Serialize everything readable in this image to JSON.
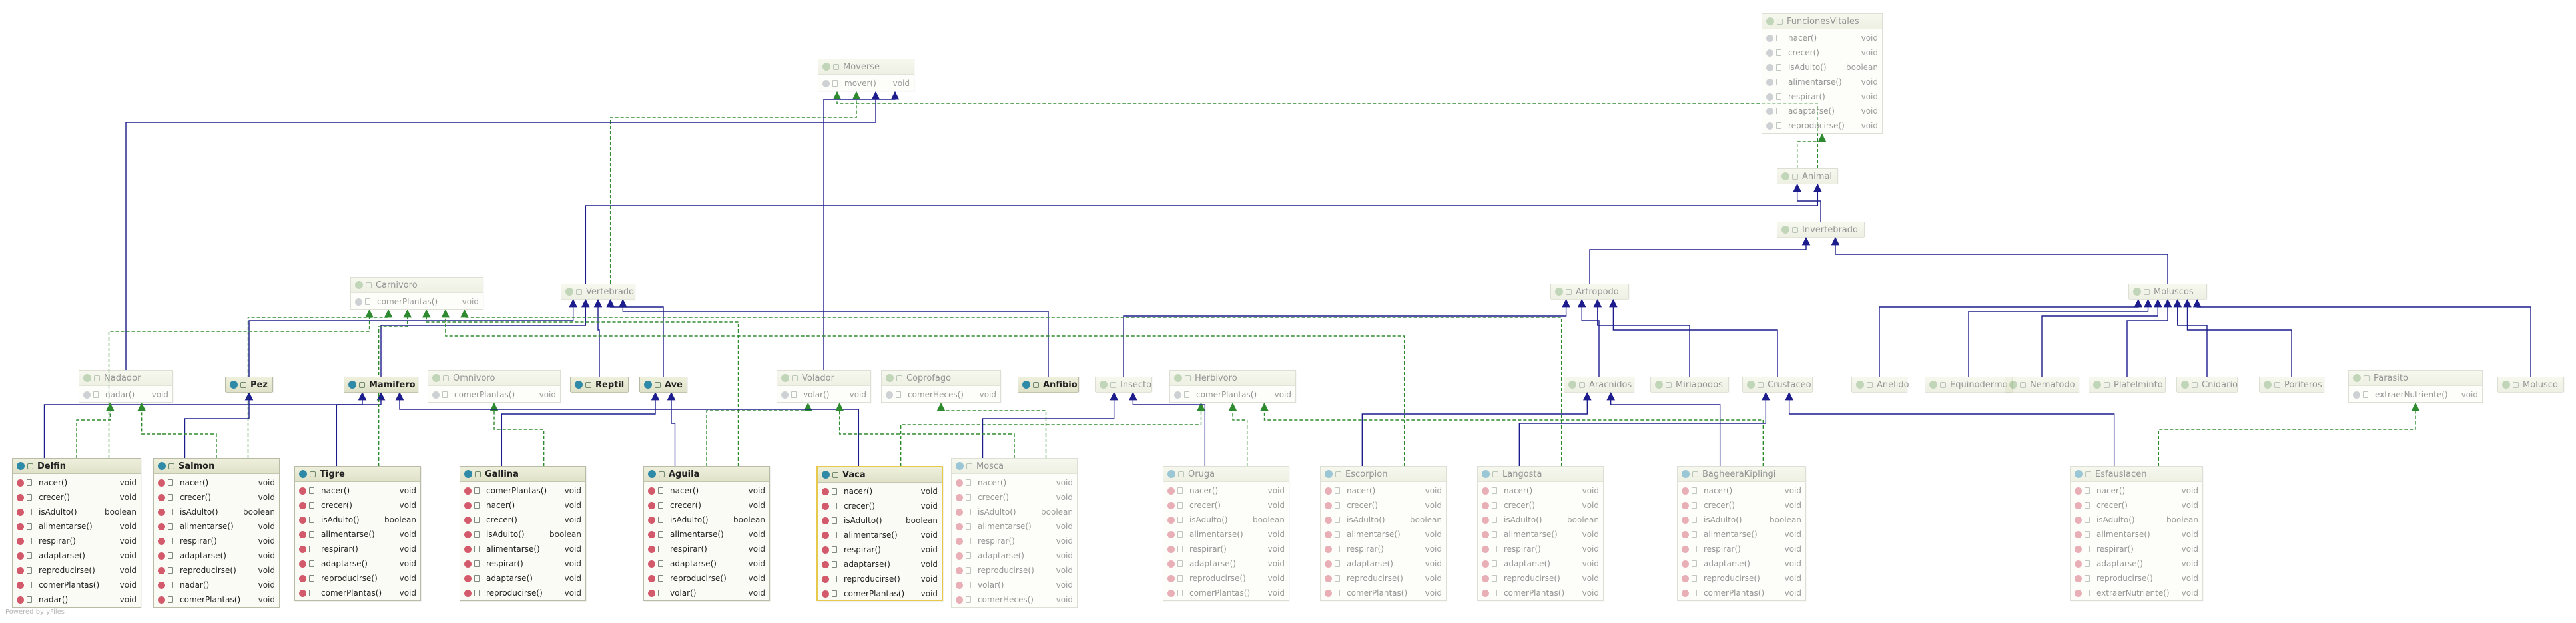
{
  "footer": {
    "watermark": "Powered by yFiles"
  },
  "classes": [
    {
      "id": "FuncionesVitales",
      "kind": "interface",
      "methods": [
        [
          "nacer()",
          "void"
        ],
        [
          "crecer()",
          "void"
        ],
        [
          "isAdulto()",
          "boolean"
        ],
        [
          "alimentarse()",
          "void"
        ],
        [
          "respirar()",
          "void"
        ],
        [
          "adaptarse()",
          "void"
        ],
        [
          "reproducirse()",
          "void"
        ]
      ]
    },
    {
      "id": "Moverse",
      "kind": "interface",
      "methods": [
        [
          "mover()",
          "void"
        ]
      ]
    },
    {
      "id": "Animal",
      "kind": "interface",
      "methods": []
    },
    {
      "id": "Invertebrado",
      "kind": "interface",
      "methods": []
    },
    {
      "id": "Carnivoro",
      "kind": "interface",
      "methods": [
        [
          "comerPlantas()",
          "void"
        ]
      ]
    },
    {
      "id": "Vertebrado",
      "kind": "interface",
      "methods": []
    },
    {
      "id": "Artropodo",
      "kind": "interface",
      "methods": []
    },
    {
      "id": "Moluscos",
      "kind": "interface",
      "methods": []
    },
    {
      "id": "Nadador",
      "kind": "interface",
      "methods": [
        [
          "nadar()",
          "void"
        ]
      ]
    },
    {
      "id": "Pez",
      "kind": "class",
      "methods": []
    },
    {
      "id": "Mamifero",
      "kind": "class",
      "methods": []
    },
    {
      "id": "Omnivoro",
      "kind": "interface",
      "methods": [
        [
          "comerPlantas()",
          "void"
        ]
      ]
    },
    {
      "id": "Reptil",
      "kind": "class",
      "methods": []
    },
    {
      "id": "Ave",
      "kind": "class",
      "methods": []
    },
    {
      "id": "Volador",
      "kind": "interface",
      "methods": [
        [
          "volar()",
          "void"
        ]
      ]
    },
    {
      "id": "Coprofago",
      "kind": "interface",
      "methods": [
        [
          "comerHeces()",
          "void"
        ]
      ]
    },
    {
      "id": "Anfibio",
      "kind": "class",
      "methods": []
    },
    {
      "id": "Insecto",
      "kind": "interface",
      "methods": []
    },
    {
      "id": "Herbivoro",
      "kind": "interface",
      "methods": [
        [
          "comerPlantas()",
          "void"
        ]
      ]
    },
    {
      "id": "Aracnidos",
      "kind": "interface",
      "methods": []
    },
    {
      "id": "Miriapodos",
      "kind": "interface",
      "methods": []
    },
    {
      "id": "Crustaceo",
      "kind": "interface",
      "methods": []
    },
    {
      "id": "Anelido",
      "kind": "interface",
      "methods": []
    },
    {
      "id": "Equinodermo",
      "kind": "interface",
      "methods": []
    },
    {
      "id": "Nematodo",
      "kind": "interface",
      "methods": []
    },
    {
      "id": "Platelminto",
      "kind": "interface",
      "methods": []
    },
    {
      "id": "Cnidario",
      "kind": "interface",
      "methods": []
    },
    {
      "id": "Poriferos",
      "kind": "interface",
      "methods": []
    },
    {
      "id": "Parasito",
      "kind": "interface",
      "methods": [
        [
          "extraerNutriente()",
          "void"
        ]
      ]
    },
    {
      "id": "Molusco",
      "kind": "interface",
      "methods": []
    },
    {
      "id": "Delfin",
      "kind": "class",
      "methods": [
        [
          "nacer()",
          "void"
        ],
        [
          "crecer()",
          "void"
        ],
        [
          "isAdulto()",
          "boolean"
        ],
        [
          "alimentarse()",
          "void"
        ],
        [
          "respirar()",
          "void"
        ],
        [
          "adaptarse()",
          "void"
        ],
        [
          "reproducirse()",
          "void"
        ],
        [
          "comerPlantas()",
          "void"
        ],
        [
          "nadar()",
          "void"
        ]
      ]
    },
    {
      "id": "Salmon",
      "kind": "class",
      "methods": [
        [
          "nacer()",
          "void"
        ],
        [
          "crecer()",
          "void"
        ],
        [
          "isAdulto()",
          "boolean"
        ],
        [
          "alimentarse()",
          "void"
        ],
        [
          "respirar()",
          "void"
        ],
        [
          "adaptarse()",
          "void"
        ],
        [
          "reproducirse()",
          "void"
        ],
        [
          "nadar()",
          "void"
        ],
        [
          "comerPlantas()",
          "void"
        ]
      ]
    },
    {
      "id": "Tigre",
      "kind": "class",
      "methods": [
        [
          "nacer()",
          "void"
        ],
        [
          "crecer()",
          "void"
        ],
        [
          "isAdulto()",
          "boolean"
        ],
        [
          "alimentarse()",
          "void"
        ],
        [
          "respirar()",
          "void"
        ],
        [
          "adaptarse()",
          "void"
        ],
        [
          "reproducirse()",
          "void"
        ],
        [
          "comerPlantas()",
          "void"
        ]
      ]
    },
    {
      "id": "Gallina",
      "kind": "class",
      "methods": [
        [
          "comerPlantas()",
          "void"
        ],
        [
          "nacer()",
          "void"
        ],
        [
          "crecer()",
          "void"
        ],
        [
          "isAdulto()",
          "boolean"
        ],
        [
          "alimentarse()",
          "void"
        ],
        [
          "respirar()",
          "void"
        ],
        [
          "adaptarse()",
          "void"
        ],
        [
          "reproducirse()",
          "void"
        ]
      ]
    },
    {
      "id": "Aguila",
      "kind": "class",
      "methods": [
        [
          "nacer()",
          "void"
        ],
        [
          "crecer()",
          "void"
        ],
        [
          "isAdulto()",
          "boolean"
        ],
        [
          "alimentarse()",
          "void"
        ],
        [
          "respirar()",
          "void"
        ],
        [
          "adaptarse()",
          "void"
        ],
        [
          "reproducirse()",
          "void"
        ],
        [
          "volar()",
          "void"
        ]
      ]
    },
    {
      "id": "Vaca",
      "kind": "class",
      "methods": [
        [
          "nacer()",
          "void"
        ],
        [
          "crecer()",
          "void"
        ],
        [
          "isAdulto()",
          "boolean"
        ],
        [
          "alimentarse()",
          "void"
        ],
        [
          "respirar()",
          "void"
        ],
        [
          "adaptarse()",
          "void"
        ],
        [
          "reproducirse()",
          "void"
        ],
        [
          "comerPlantas()",
          "void"
        ]
      ]
    },
    {
      "id": "Mosca",
      "kind": "class",
      "methods": [
        [
          "nacer()",
          "void"
        ],
        [
          "crecer()",
          "void"
        ],
        [
          "isAdulto()",
          "boolean"
        ],
        [
          "alimentarse()",
          "void"
        ],
        [
          "respirar()",
          "void"
        ],
        [
          "adaptarse()",
          "void"
        ],
        [
          "reproducirse()",
          "void"
        ],
        [
          "volar()",
          "void"
        ],
        [
          "comerHeces()",
          "void"
        ]
      ]
    },
    {
      "id": "Oruga",
      "kind": "class",
      "methods": [
        [
          "nacer()",
          "void"
        ],
        [
          "crecer()",
          "void"
        ],
        [
          "isAdulto()",
          "boolean"
        ],
        [
          "alimentarse()",
          "void"
        ],
        [
          "respirar()",
          "void"
        ],
        [
          "adaptarse()",
          "void"
        ],
        [
          "reproducirse()",
          "void"
        ],
        [
          "comerPlantas()",
          "void"
        ]
      ]
    },
    {
      "id": "Escorpion",
      "kind": "class",
      "methods": [
        [
          "nacer()",
          "void"
        ],
        [
          "crecer()",
          "void"
        ],
        [
          "isAdulto()",
          "boolean"
        ],
        [
          "alimentarse()",
          "void"
        ],
        [
          "respirar()",
          "void"
        ],
        [
          "adaptarse()",
          "void"
        ],
        [
          "reproducirse()",
          "void"
        ],
        [
          "comerPlantas()",
          "void"
        ]
      ]
    },
    {
      "id": "Langosta",
      "kind": "class",
      "methods": [
        [
          "nacer()",
          "void"
        ],
        [
          "crecer()",
          "void"
        ],
        [
          "isAdulto()",
          "boolean"
        ],
        [
          "alimentarse()",
          "void"
        ],
        [
          "respirar()",
          "void"
        ],
        [
          "adaptarse()",
          "void"
        ],
        [
          "reproducirse()",
          "void"
        ],
        [
          "comerPlantas()",
          "void"
        ]
      ]
    },
    {
      "id": "BagheeraKiplingi",
      "kind": "class",
      "methods": [
        [
          "nacer()",
          "void"
        ],
        [
          "crecer()",
          "void"
        ],
        [
          "isAdulto()",
          "boolean"
        ],
        [
          "alimentarse()",
          "void"
        ],
        [
          "respirar()",
          "void"
        ],
        [
          "adaptarse()",
          "void"
        ],
        [
          "reproducirse()",
          "void"
        ],
        [
          "comerPlantas()",
          "void"
        ]
      ]
    },
    {
      "id": "Esfauslacen",
      "kind": "class",
      "methods": [
        [
          "nacer()",
          "void"
        ],
        [
          "crecer()",
          "void"
        ],
        [
          "isAdulto()",
          "boolean"
        ],
        [
          "alimentarse()",
          "void"
        ],
        [
          "respirar()",
          "void"
        ],
        [
          "adaptarse()",
          "void"
        ],
        [
          "reproducirse()",
          "void"
        ],
        [
          "extraerNutriente()",
          "void"
        ]
      ]
    }
  ],
  "relations": [
    {
      "from": "Animal",
      "to": "FuncionesVitales",
      "kind": "implements"
    },
    {
      "from": "Animal",
      "to": "Moverse",
      "kind": "implements"
    },
    {
      "from": "Invertebrado",
      "to": "Animal",
      "kind": "extends"
    },
    {
      "from": "Vertebrado",
      "to": "Animal",
      "kind": "extends"
    },
    {
      "from": "Vertebrado",
      "to": "Moverse",
      "kind": "implements"
    },
    {
      "from": "Nadador",
      "to": "Moverse",
      "kind": "extends"
    },
    {
      "from": "Volador",
      "to": "Moverse",
      "kind": "extends"
    },
    {
      "from": "Artropodo",
      "to": "Invertebrado",
      "kind": "extends"
    },
    {
      "from": "Moluscos",
      "to": "Invertebrado",
      "kind": "extends"
    },
    {
      "from": "Pez",
      "to": "Vertebrado",
      "kind": "extends"
    },
    {
      "from": "Mamifero",
      "to": "Vertebrado",
      "kind": "extends"
    },
    {
      "from": "Reptil",
      "to": "Vertebrado",
      "kind": "extends"
    },
    {
      "from": "Ave",
      "to": "Vertebrado",
      "kind": "extends"
    },
    {
      "from": "Anfibio",
      "to": "Vertebrado",
      "kind": "extends"
    },
    {
      "from": "Insecto",
      "to": "Artropodo",
      "kind": "extends"
    },
    {
      "from": "Aracnidos",
      "to": "Artropodo",
      "kind": "extends"
    },
    {
      "from": "Miriapodos",
      "to": "Artropodo",
      "kind": "extends"
    },
    {
      "from": "Crustaceo",
      "to": "Artropodo",
      "kind": "extends"
    },
    {
      "from": "Anelido",
      "to": "Moluscos",
      "kind": "extends"
    },
    {
      "from": "Equinodermo",
      "to": "Moluscos",
      "kind": "extends"
    },
    {
      "from": "Nematodo",
      "to": "Moluscos",
      "kind": "extends"
    },
    {
      "from": "Platelminto",
      "to": "Moluscos",
      "kind": "extends"
    },
    {
      "from": "Cnidario",
      "to": "Moluscos",
      "kind": "extends"
    },
    {
      "from": "Poriferos",
      "to": "Moluscos",
      "kind": "extends"
    },
    {
      "from": "Molusco",
      "to": "Moluscos",
      "kind": "extends"
    },
    {
      "from": "Delfin",
      "to": "Mamifero",
      "kind": "extends"
    },
    {
      "from": "Delfin",
      "to": "Nadador",
      "kind": "implements"
    },
    {
      "from": "Delfin",
      "to": "Carnivoro",
      "kind": "implements"
    },
    {
      "from": "Salmon",
      "to": "Pez",
      "kind": "extends"
    },
    {
      "from": "Salmon",
      "to": "Nadador",
      "kind": "implements"
    },
    {
      "from": "Salmon",
      "to": "Carnivoro",
      "kind": "implements"
    },
    {
      "from": "Tigre",
      "to": "Mamifero",
      "kind": "extends"
    },
    {
      "from": "Tigre",
      "to": "Carnivoro",
      "kind": "implements"
    },
    {
      "from": "Gallina",
      "to": "Ave",
      "kind": "extends"
    },
    {
      "from": "Gallina",
      "to": "Omnivoro",
      "kind": "implements"
    },
    {
      "from": "Aguila",
      "to": "Ave",
      "kind": "extends"
    },
    {
      "from": "Aguila",
      "to": "Volador",
      "kind": "implements"
    },
    {
      "from": "Aguila",
      "to": "Carnivoro",
      "kind": "implements"
    },
    {
      "from": "Vaca",
      "to": "Mamifero",
      "kind": "extends"
    },
    {
      "from": "Vaca",
      "to": "Herbivoro",
      "kind": "implements"
    },
    {
      "from": "Mosca",
      "to": "Insecto",
      "kind": "extends"
    },
    {
      "from": "Mosca",
      "to": "Volador",
      "kind": "implements"
    },
    {
      "from": "Mosca",
      "to": "Coprofago",
      "kind": "implements"
    },
    {
      "from": "Oruga",
      "to": "Insecto",
      "kind": "extends"
    },
    {
      "from": "Oruga",
      "to": "Herbivoro",
      "kind": "implements"
    },
    {
      "from": "Escorpion",
      "to": "Aracnidos",
      "kind": "extends"
    },
    {
      "from": "Escorpion",
      "to": "Carnivoro",
      "kind": "implements"
    },
    {
      "from": "Langosta",
      "to": "Crustaceo",
      "kind": "extends"
    },
    {
      "from": "Langosta",
      "to": "Carnivoro",
      "kind": "implements"
    },
    {
      "from": "BagheeraKiplingi",
      "to": "Aracnidos",
      "kind": "extends"
    },
    {
      "from": "BagheeraKiplingi",
      "to": "Herbivoro",
      "kind": "implements"
    },
    {
      "from": "Esfauslacen",
      "to": "Crustaceo",
      "kind": "extends"
    },
    {
      "from": "Esfauslacen",
      "to": "Parasito",
      "kind": "implements"
    }
  ],
  "colors": {
    "extends": "#1c1c8c",
    "implements": "#2e8a2e",
    "selected": "#e7c94c"
  }
}
